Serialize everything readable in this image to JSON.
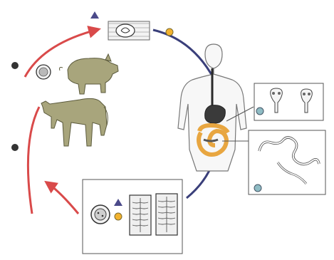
{
  "steps": [
    {
      "id": "1",
      "label": "",
      "has_triangle": true
    },
    {
      "id": "2",
      "label": ""
    },
    {
      "id": "3",
      "label": ""
    },
    {
      "id": "4",
      "label": ""
    },
    {
      "id": "5",
      "label": ""
    },
    {
      "id": "6",
      "label": ""
    }
  ],
  "colors": {
    "arrow_red": "#d94a4a",
    "arrow_navy": "#3a3f7a",
    "animal_fill": "#a8a57c",
    "animal_stroke": "#5b5a3c",
    "intestine_orange": "#e8a640",
    "stomach_dark": "#3a3a3a",
    "body_fill": "#f7f7f7",
    "body_stroke": "#777777",
    "marker_dark": "#333333",
    "marker_yellow": "#f2b22e",
    "triangle": "#4b4a8a",
    "panel_border": "#555555"
  },
  "icons": {
    "cyst_top": "cyst-in-muscle-icon",
    "egg_small": "egg-icon",
    "pig": "pig-icon",
    "cow": "cow-icon",
    "human": "human-body-icon",
    "scolex": "scolex-icon",
    "tapeworm": "tapeworm-icon",
    "egg_large": "egg-icon",
    "proglottid": "gravid-proglottid-icon"
  }
}
